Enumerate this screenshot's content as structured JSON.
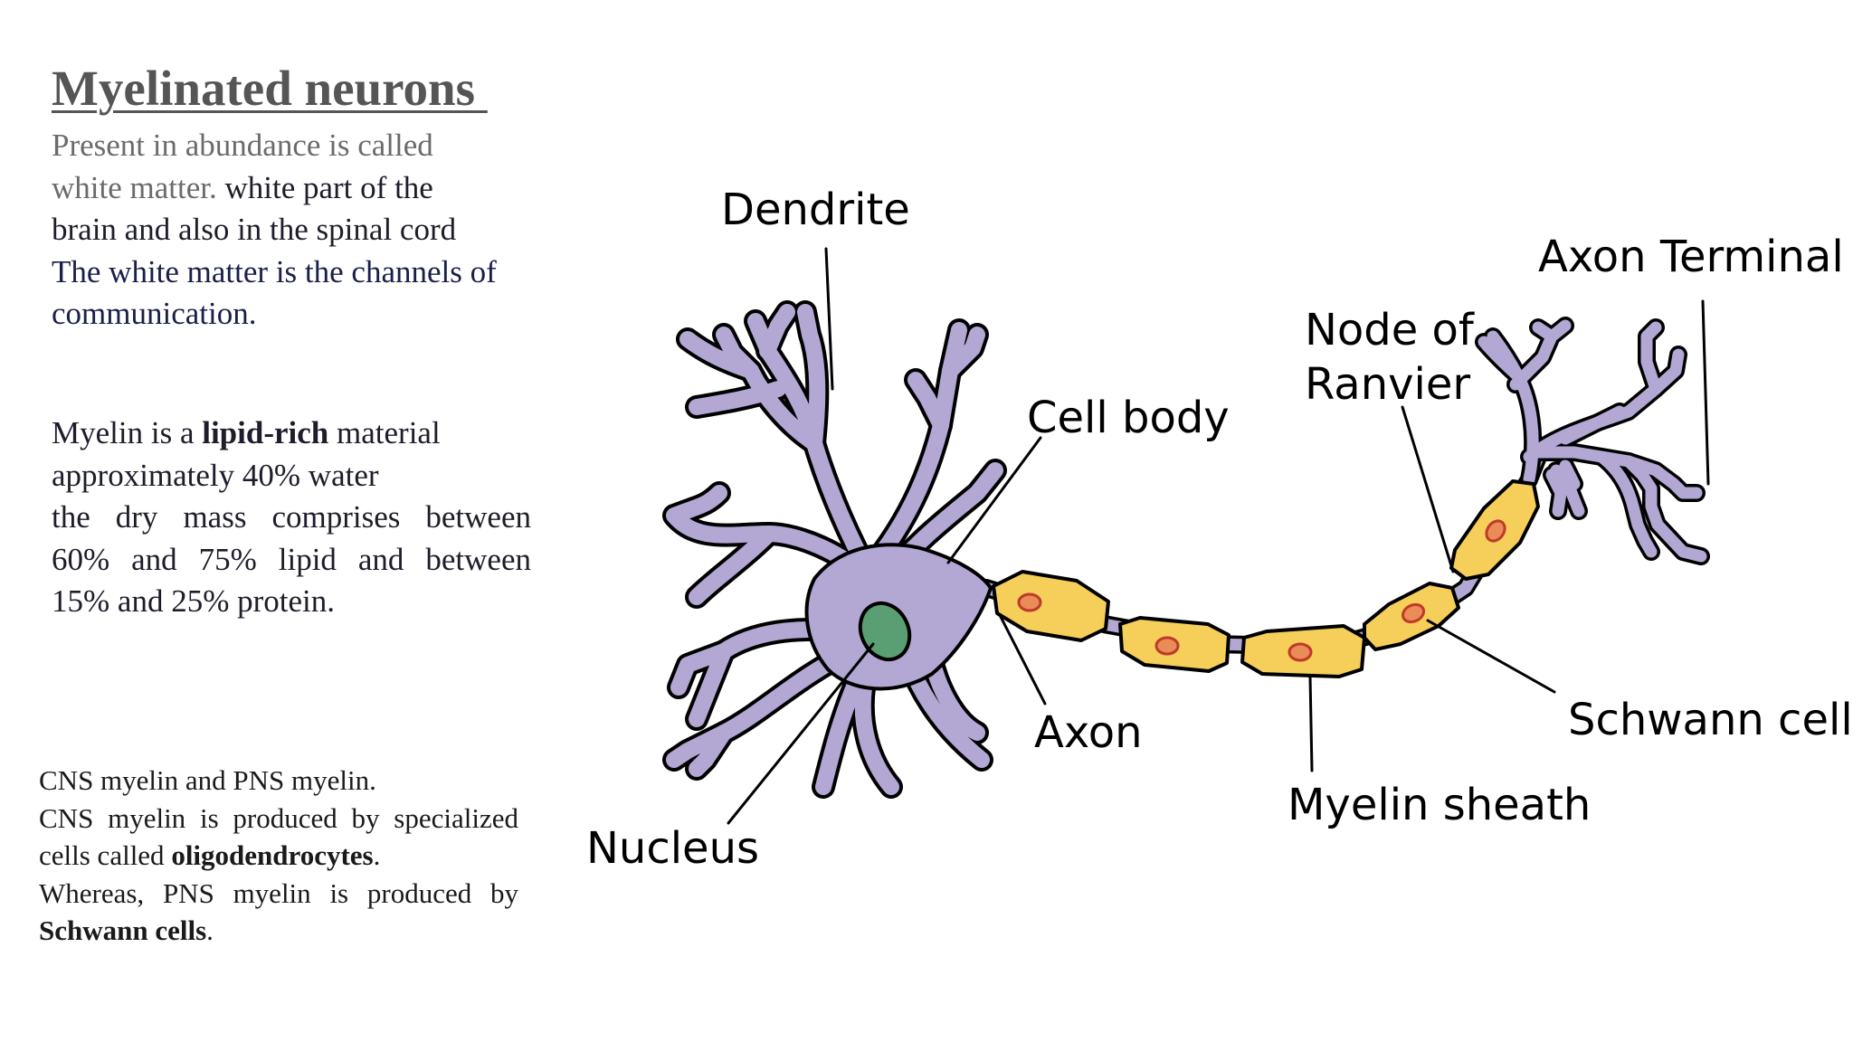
{
  "slide": {
    "title": "Myelinated neurons ",
    "paragraph1": {
      "grey_1": "Present in abundance is called",
      "grey_2": "white matter.",
      "dark_1": " white part of the",
      "dark_2": "brain and also in the spinal cord",
      "navy_1": "The white matter is the channels of",
      "navy_2": "communication."
    },
    "paragraph2": {
      "l1_a": "Myelin is a ",
      "l1_b": "lipid-rich",
      "l1_c": " material",
      "l2": "approximately 40% water",
      "l3": "the dry mass comprises between",
      "l4": "60% and 75% lipid and between",
      "l5": "15% and 25% protein."
    },
    "paragraph3": {
      "l1": "CNS myelin and PNS myelin.",
      "l2": "CNS myelin is produced by specialized",
      "l3_a": "cells called ",
      "l3_b": "oligodendrocytes",
      "l3_c": ".",
      "l4": "Whereas, PNS myelin is produced by",
      "l5_a": "Schwann cells",
      "l5_b": "."
    }
  },
  "diagram": {
    "labels": {
      "dendrite": "Dendrite",
      "cell_body": "Cell body",
      "axon": "Axon",
      "nucleus": "Nucleus",
      "node_of_ranvier_1": "Node of",
      "node_of_ranvier_2": "Ranvier",
      "axon_terminal": "Axon Terminal",
      "schwann_cell": "Schwann cell",
      "myelin_sheath": "Myelin sheath"
    },
    "colors": {
      "neuron_body": "#b2a8d3",
      "nucleus": "#5a9e74",
      "myelin": "#f5cf5a",
      "schwann_nucleus": "#e98c57",
      "outline": "#000000"
    }
  }
}
